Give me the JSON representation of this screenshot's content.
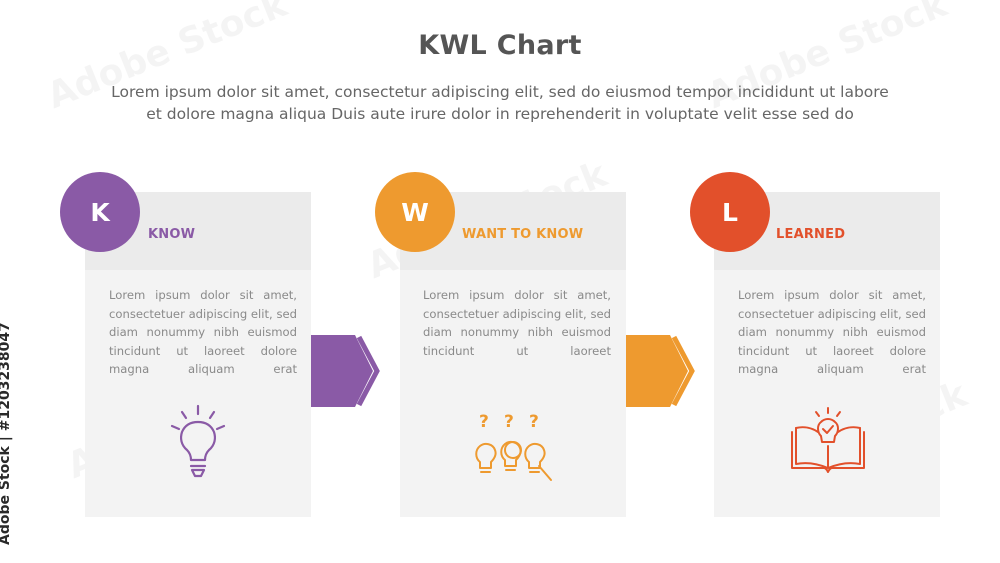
{
  "title": "KWL Chart",
  "subtitle_line1": "Lorem ipsum dolor sit amet, consectetur adipiscing elit, sed do eiusmod tempor incididunt ut labore",
  "subtitle_line2": "et dolore magna aliqua Duis aute irure dolor in reprehenderit in voluptate velit esse sed do",
  "columns": [
    {
      "letter": "K",
      "label": "KNOW",
      "color": "#8a5aa6",
      "icon": "lightbulb-icon",
      "body": "Lorem ipsum dolor sit amet, consectetuer adipiscing elit, sed diam nonummy nibh euismod tincidunt ut laoreet dolore magna aliquam erat"
    },
    {
      "letter": "W",
      "label": "WANT TO KNOW",
      "color": "#ee9a2f",
      "icon": "question-bulbs-icon",
      "body": "Lorem ipsum dolor sit amet, consectetuer adipiscing elit, sed diam nonummy nibh euismod tincidunt ut laoreet"
    },
    {
      "letter": "L",
      "label": "LEARNED",
      "color": "#e2502b",
      "icon": "book-lightbulb-icon",
      "body": "Lorem ipsum dolor sit amet, consectetuer adipiscing elit, sed diam nonummy nibh euismod tincidunt ut laoreet dolore magna aliquam erat"
    }
  ],
  "side_credit": "Adobe Stock | #1203238047",
  "watermark": "Adobe Stock"
}
